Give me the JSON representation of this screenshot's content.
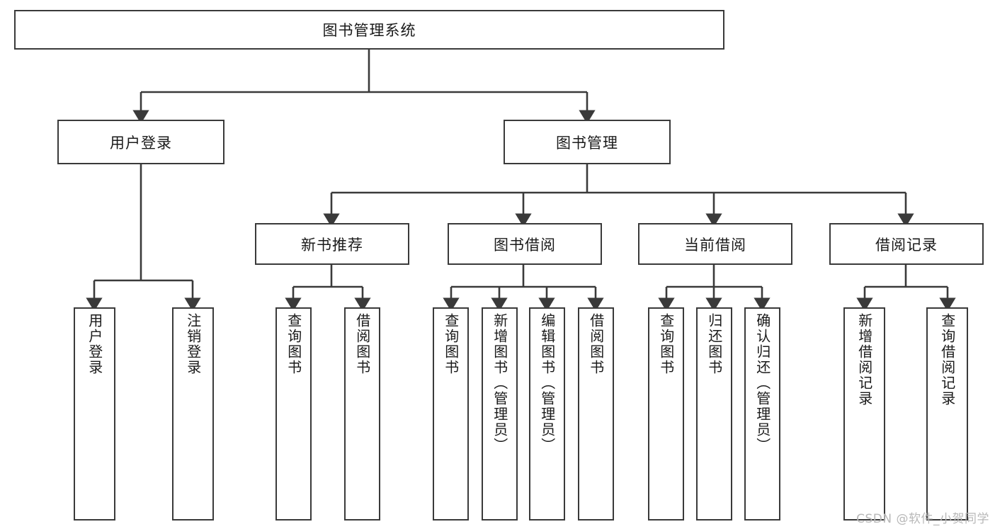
{
  "diagram": {
    "title": "图书管理系统",
    "type": "hierarchy-tree",
    "orientation": "top-down",
    "watermark": "CSDN @软件_小贺同学",
    "colors": {
      "box_border": "#3a3a3a",
      "box_fill": "#ffffff",
      "connector": "#3a3a3a",
      "text": "#1a1a1a",
      "watermark": "#b8b8b8",
      "background": "#ffffff"
    },
    "levels": [
      {
        "level": 1,
        "nodes": [
          {
            "id": "root",
            "label": "图书管理系统",
            "orientation": "horizontal"
          }
        ]
      },
      {
        "level": 2,
        "nodes": [
          {
            "id": "login",
            "label": "用户登录",
            "orientation": "horizontal",
            "parent": "root"
          },
          {
            "id": "bookmgmt",
            "label": "图书管理",
            "orientation": "horizontal",
            "parent": "root"
          }
        ]
      },
      {
        "level": 3,
        "nodes": [
          {
            "id": "newbook",
            "label": "新书推荐",
            "orientation": "horizontal",
            "parent": "bookmgmt"
          },
          {
            "id": "borrow",
            "label": "图书借阅",
            "orientation": "horizontal",
            "parent": "bookmgmt"
          },
          {
            "id": "current",
            "label": "当前借阅",
            "orientation": "horizontal",
            "parent": "bookmgmt"
          },
          {
            "id": "records",
            "label": "借阅记录",
            "orientation": "horizontal",
            "parent": "bookmgmt"
          }
        ]
      },
      {
        "level": 4,
        "nodes": [
          {
            "id": "leaf1",
            "label": "用户登录",
            "orientation": "vertical",
            "parent": "login"
          },
          {
            "id": "leaf2",
            "label": "注销登录",
            "orientation": "vertical",
            "parent": "login"
          },
          {
            "id": "leaf3",
            "label": "查询图书",
            "orientation": "vertical",
            "parent": "newbook"
          },
          {
            "id": "leaf4",
            "label": "借阅图书",
            "orientation": "vertical",
            "parent": "newbook"
          },
          {
            "id": "leaf5",
            "label": "查询图书",
            "orientation": "vertical",
            "parent": "borrow"
          },
          {
            "id": "leaf6",
            "label": "新增图书（管理员）",
            "orientation": "vertical",
            "parent": "borrow"
          },
          {
            "id": "leaf7",
            "label": "编辑图书（管理员）",
            "orientation": "vertical",
            "parent": "borrow"
          },
          {
            "id": "leaf8",
            "label": "借阅图书",
            "orientation": "vertical",
            "parent": "borrow"
          },
          {
            "id": "leaf9",
            "label": "查询图书",
            "orientation": "vertical",
            "parent": "current"
          },
          {
            "id": "leaf10",
            "label": "归还图书",
            "orientation": "vertical",
            "parent": "current"
          },
          {
            "id": "leaf11",
            "label": "确认归还（管理员）",
            "orientation": "vertical",
            "parent": "current"
          },
          {
            "id": "leaf12",
            "label": "新增借阅记录",
            "orientation": "vertical",
            "parent": "records"
          },
          {
            "id": "leaf13",
            "label": "查询借阅记录",
            "orientation": "vertical",
            "parent": "records"
          }
        ]
      }
    ]
  }
}
